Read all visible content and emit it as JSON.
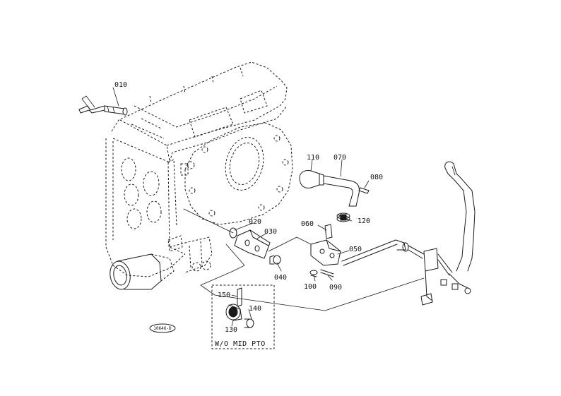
{
  "diagram": {
    "part_labels": [
      "010",
      "020",
      "030",
      "040",
      "050",
      "060",
      "070",
      "080",
      "090",
      "100",
      "110",
      "120",
      "130",
      "140",
      "150"
    ],
    "inset_note": "W/O MID PTO",
    "drawing_code": "10646-D"
  }
}
